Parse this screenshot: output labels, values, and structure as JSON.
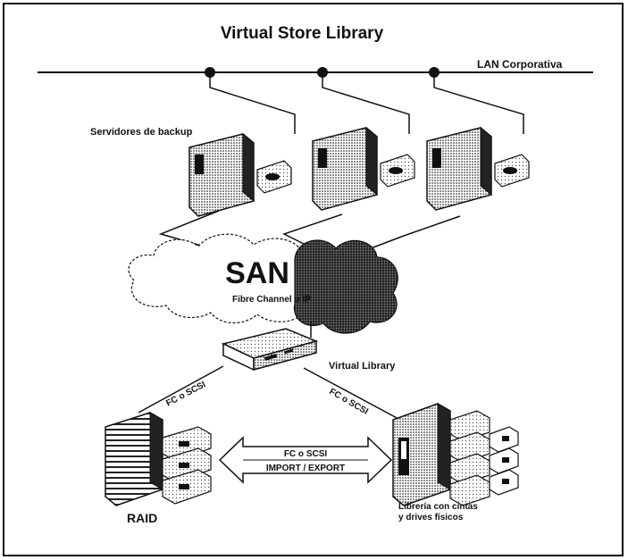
{
  "title": "Virtual Store Library",
  "lan_label": "LAN Corporativa",
  "backup_servers_label": "Servidores de backup",
  "san": {
    "label": "SAN",
    "sublabel": "Fibre Channel o IP"
  },
  "virtual_library_label": "Virtual Library",
  "link_left_label": "FC o SCSI",
  "link_right_label": "FC o SCSI",
  "transfer": {
    "protocol_label": "FC o SCSI",
    "operation_label": "IMPORT / EXPORT"
  },
  "raid_label": "RAID",
  "tape_library_label": {
    "line1": "Librería con cintas",
    "line2": "y drives físicos"
  }
}
